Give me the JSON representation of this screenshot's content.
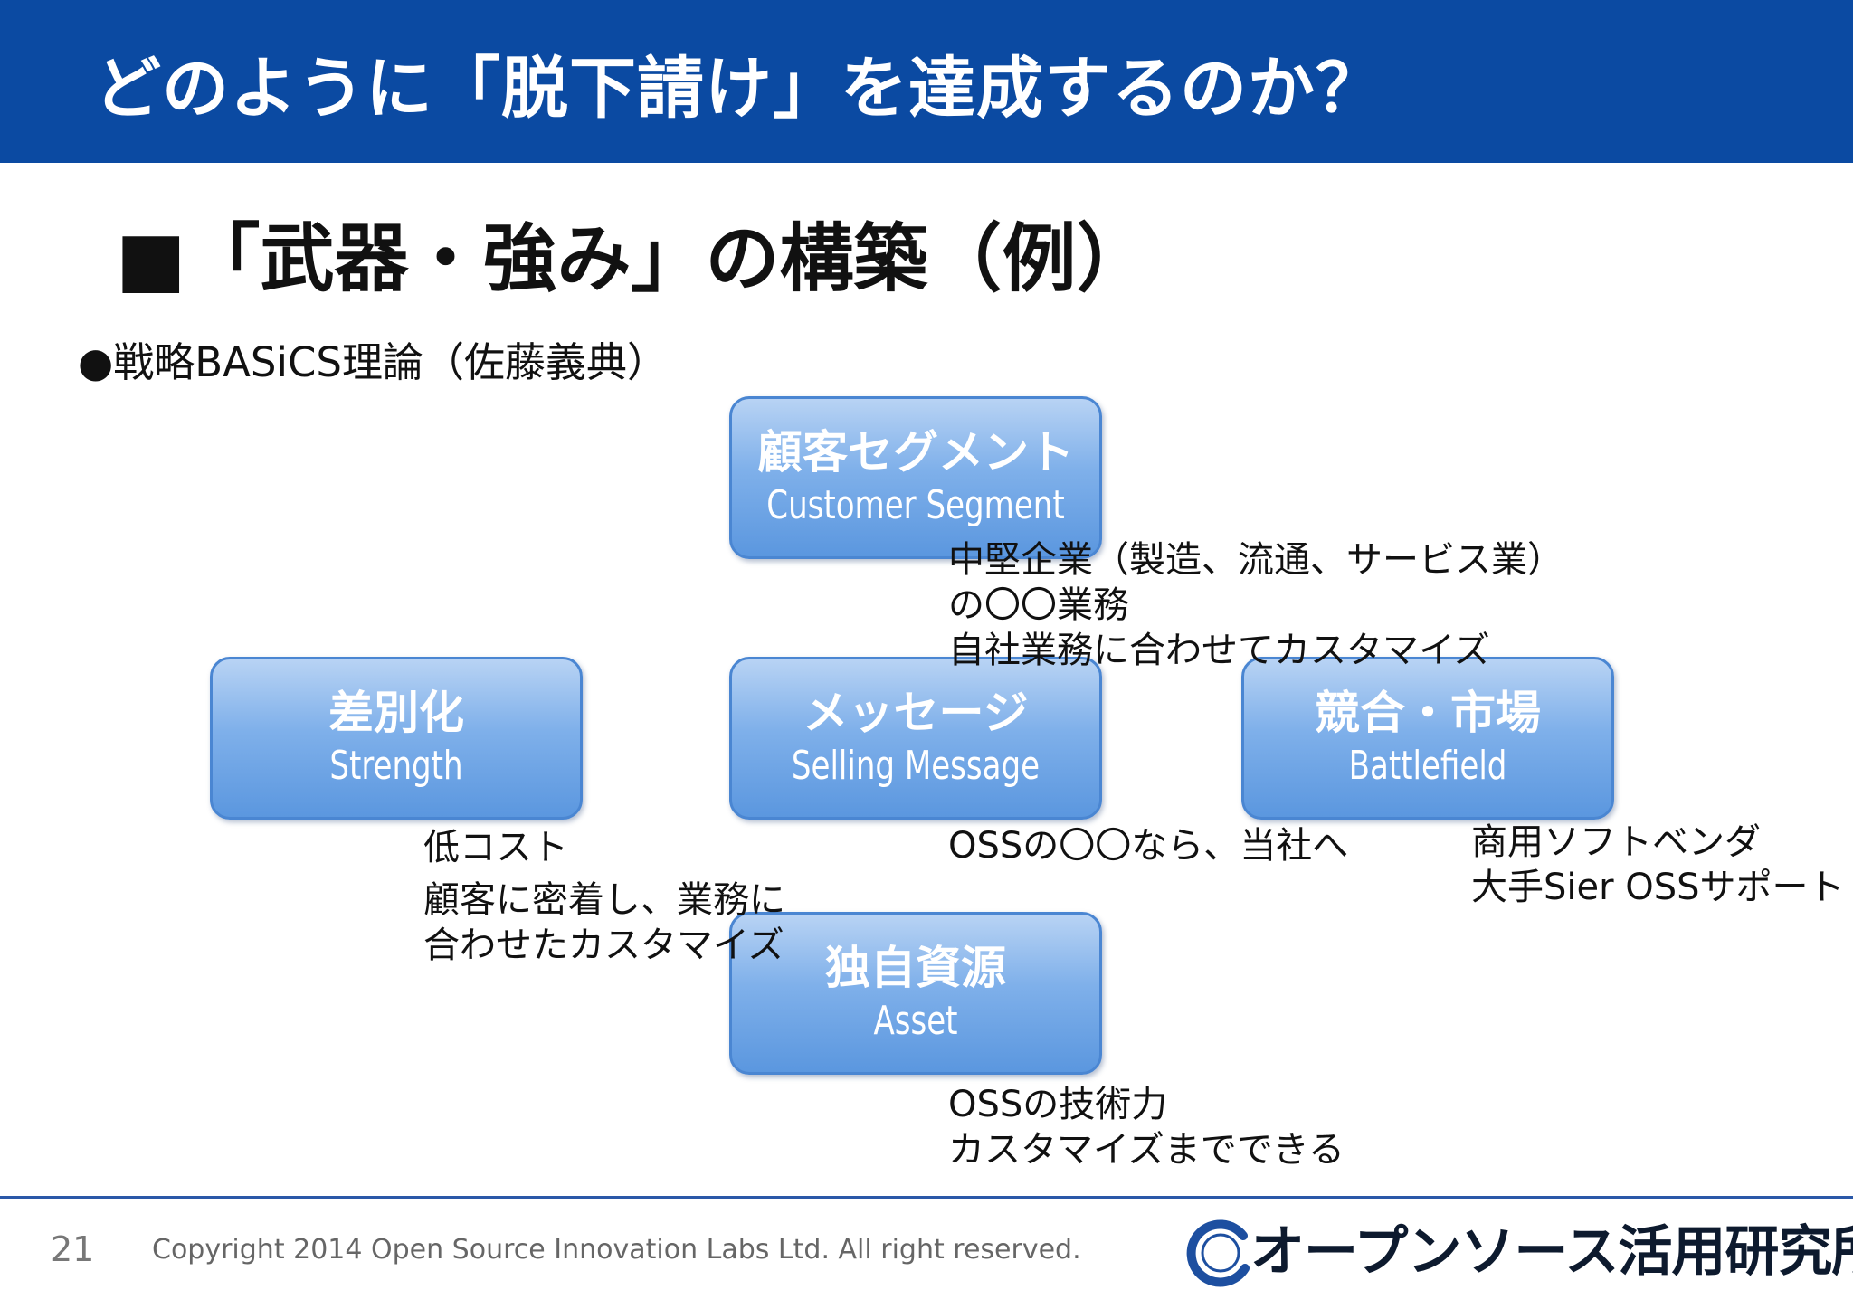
{
  "slide": {
    "title": "どのように「脱下請け」を達成するのか？",
    "heading": "■「武器・強み」の構築（例）",
    "theory": "●戦略BASiCS理論（佐藤義典）"
  },
  "boxes": {
    "segment": {
      "jp": "顧客セグメント",
      "en": "Customer Segment"
    },
    "strength": {
      "jp": "差別化",
      "en": "Strength"
    },
    "message": {
      "jp": "メッセージ",
      "en": "Selling Message"
    },
    "battlefield": {
      "jp": "競合・市場",
      "en": "Battlefield"
    },
    "asset": {
      "jp": "独自資源",
      "en": "Asset"
    }
  },
  "notes": {
    "segment": [
      "中堅企業（製造、流通、サービス業）",
      "の〇〇業務",
      "自社業務に合わせてカスタマイズ"
    ],
    "strength": [
      "低コスト",
      "顧客に密着し、業務に",
      "合わせたカスタマイズ"
    ],
    "message": [
      "OSSの〇〇なら、当社へ"
    ],
    "battlefield": [
      "商用ソフトベンダ",
      "大手Sier OSSサポート"
    ],
    "asset": [
      "OSSの技術力",
      "カスタマイズまでできる"
    ]
  },
  "footer": {
    "page_number": "21",
    "copyright": "Copyright 2014 Open Source Innovation Labs Ltd. All right reserved.",
    "logo_text": "オープンソース活用研究所",
    "logo_icon": "ring-logo-icon"
  },
  "colors": {
    "title_bar": "#0b4aa2",
    "box_fill": "#7fb0ea",
    "footer_line": "#2a58a8",
    "logo_ring": "#1d4fa0"
  }
}
